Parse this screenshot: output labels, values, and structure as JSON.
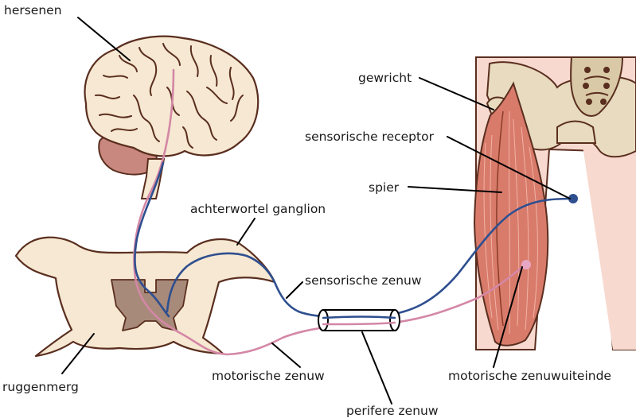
{
  "labels": {
    "brain": "hersenen",
    "joint": "gewricht",
    "sensory_receptor": "sensorische receptor",
    "muscle": "spier",
    "dorsal_root_ganglion": "achterwortel ganglion",
    "sensory_nerve": "sensorische zenuw",
    "spinal_cord": "ruggenmerg",
    "motor_nerve": "motorische zenuw",
    "motor_nerve_ending": "motorische zenuwuiteinde",
    "peripheral_nerve": "perifere zenuw"
  },
  "colors": {
    "tissue": "#f6e8d2",
    "outline": "#5a2e1f",
    "grey_matter": "#a88a7a",
    "cerebellum": "#c9887f",
    "skin": "#f7d9cf",
    "bone": "#e8dbbf",
    "muscle": "#d97b6b",
    "sensory_nerve": "#2f4f8f",
    "motor_nerve": "#d487a6"
  },
  "icons": {
    "brain": "brain-illustration",
    "spinal_cord": "spinal-cord-cross-section-illustration",
    "leg": "hip-and-leg-illustration"
  }
}
